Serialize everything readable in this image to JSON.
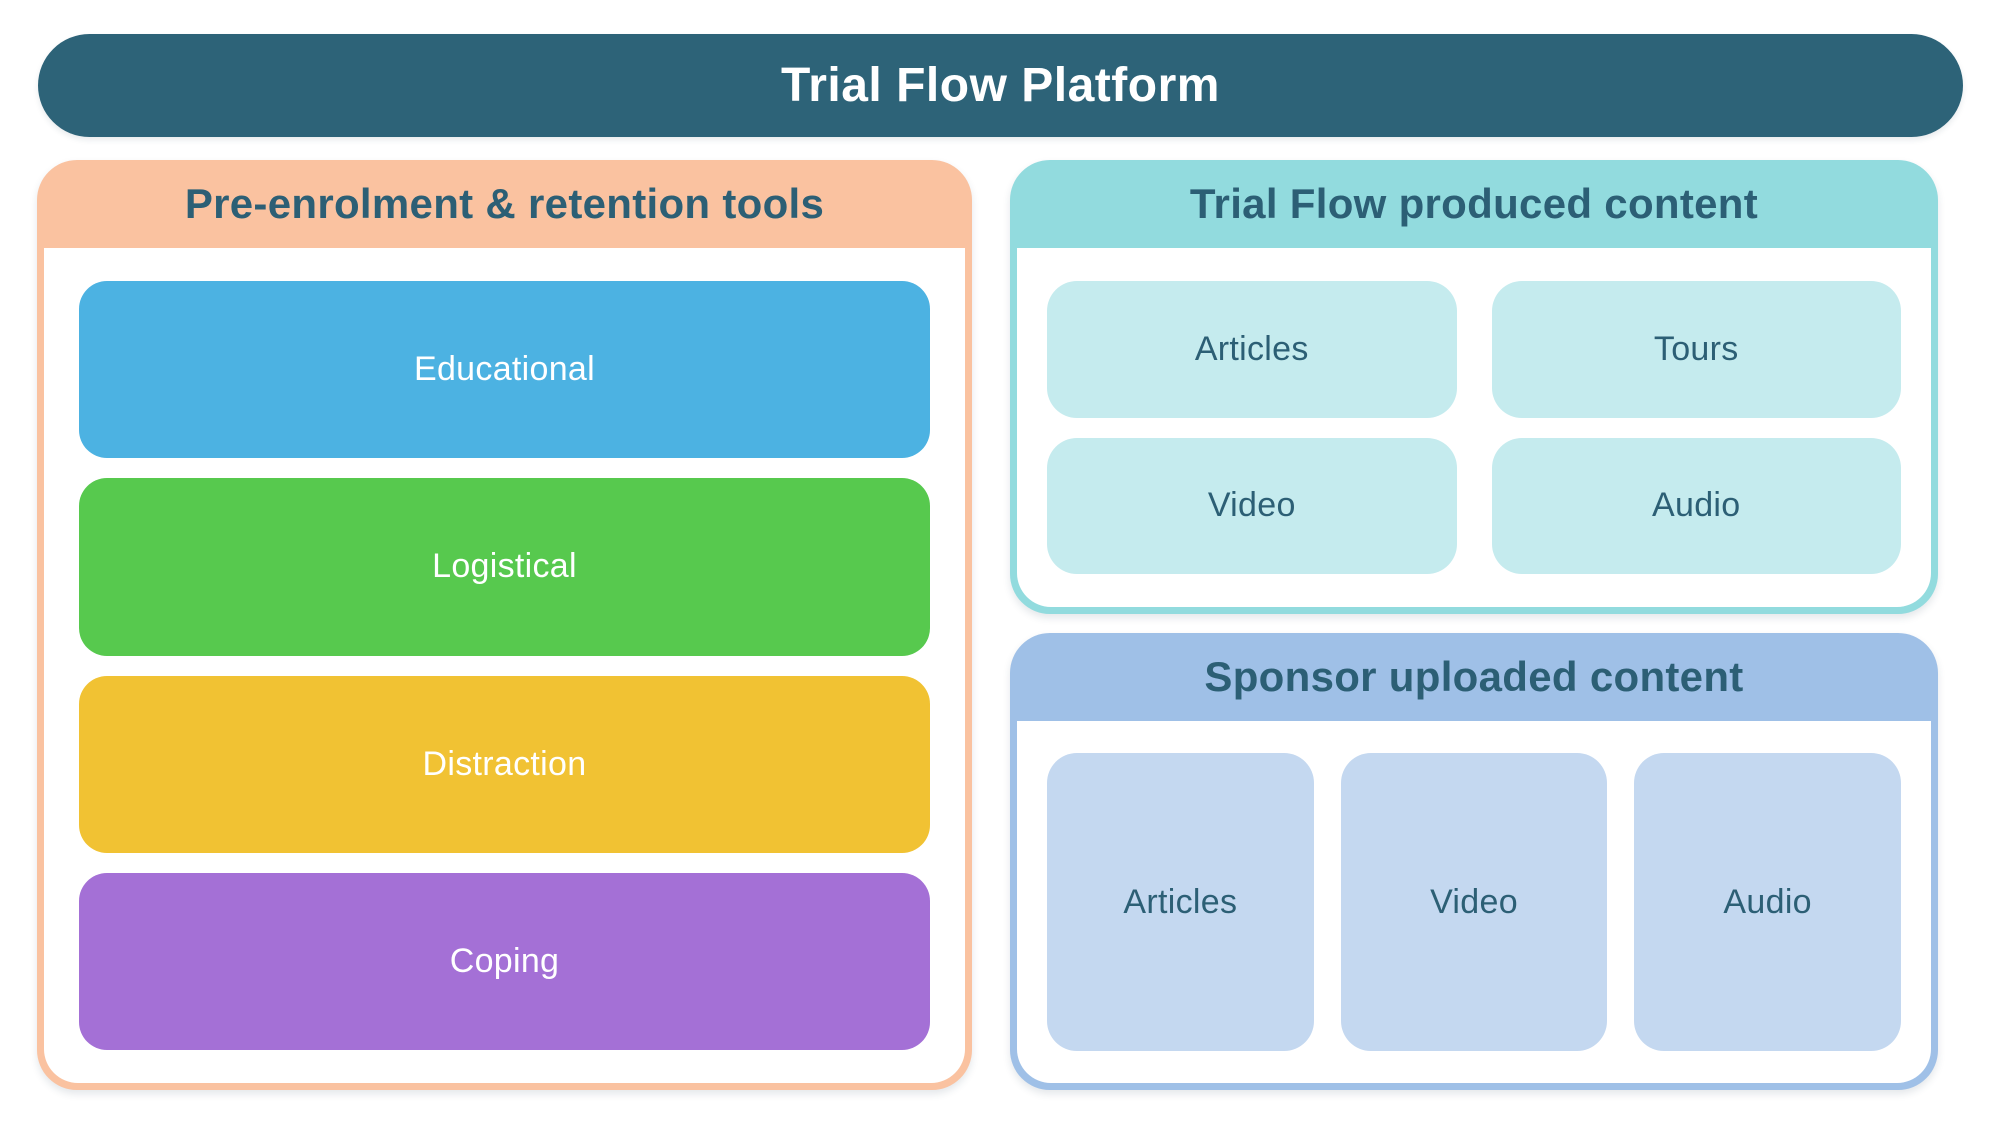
{
  "header": {
    "title": "Trial Flow Platform",
    "bg": "#2d6378",
    "text_color": "#ffffff"
  },
  "panels": {
    "pre_enrolment": {
      "title": "Pre-enrolment & retention tools",
      "accent": "#fac2a0",
      "title_color": "#2c5f75",
      "item_text_color": "#ffffff",
      "items": [
        {
          "label": "Educational",
          "color": "#4cb2e2"
        },
        {
          "label": "Logistical",
          "color": "#57c94e"
        },
        {
          "label": "Distraction",
          "color": "#f1c233"
        },
        {
          "label": "Coping",
          "color": "#a470d6"
        }
      ]
    },
    "trial_flow_content": {
      "title": "Trial Flow produced content",
      "accent": "#92dbde",
      "title_color": "#2c5f75",
      "tile_bg": "#c5ebee",
      "tile_text_color": "#2c5f75",
      "items": [
        {
          "label": "Articles"
        },
        {
          "label": "Tours"
        },
        {
          "label": "Video"
        },
        {
          "label": "Audio"
        }
      ]
    },
    "sponsor_content": {
      "title": "Sponsor uploaded content",
      "accent": "#9fc0e7",
      "title_color": "#2c5f75",
      "tile_bg": "#c4d8f0",
      "tile_text_color": "#2c5f75",
      "items": [
        {
          "label": "Articles"
        },
        {
          "label": "Video"
        },
        {
          "label": "Audio"
        }
      ]
    }
  }
}
